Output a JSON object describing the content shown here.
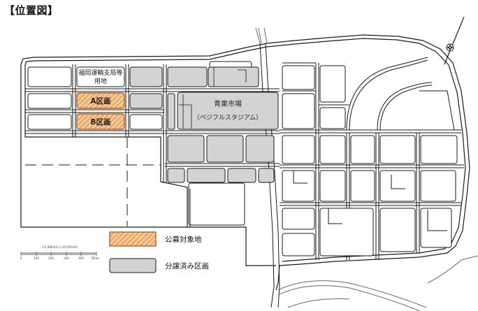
{
  "title": "【位置図】",
  "labels": {
    "fukuoka_office_line1": "福岡運輸支局等",
    "fukuoka_office_line2": "用地",
    "block_a": "A区画",
    "block_b": "B区画",
    "market_line1": "青果市場",
    "market_line2": "（ベジフルスタジアム）"
  },
  "legend": {
    "recruitment": "公募対象地",
    "sold": "分譲済み区画"
  },
  "scale": {
    "header": "1:5,000(A3)  1:10,000(A4)",
    "ticks": [
      "0",
      "100",
      "200",
      "300",
      "400",
      "500m"
    ]
  },
  "compass": {
    "icon": "north-arrow-icon"
  },
  "colors": {
    "recruit_fill": "#f5c89a",
    "recruit_hatch": "#e58a3a",
    "recruit_border": "#9b4f16",
    "sold_fill": "#d3d3d3",
    "line": "#1a1a1a",
    "road": "#555555"
  }
}
